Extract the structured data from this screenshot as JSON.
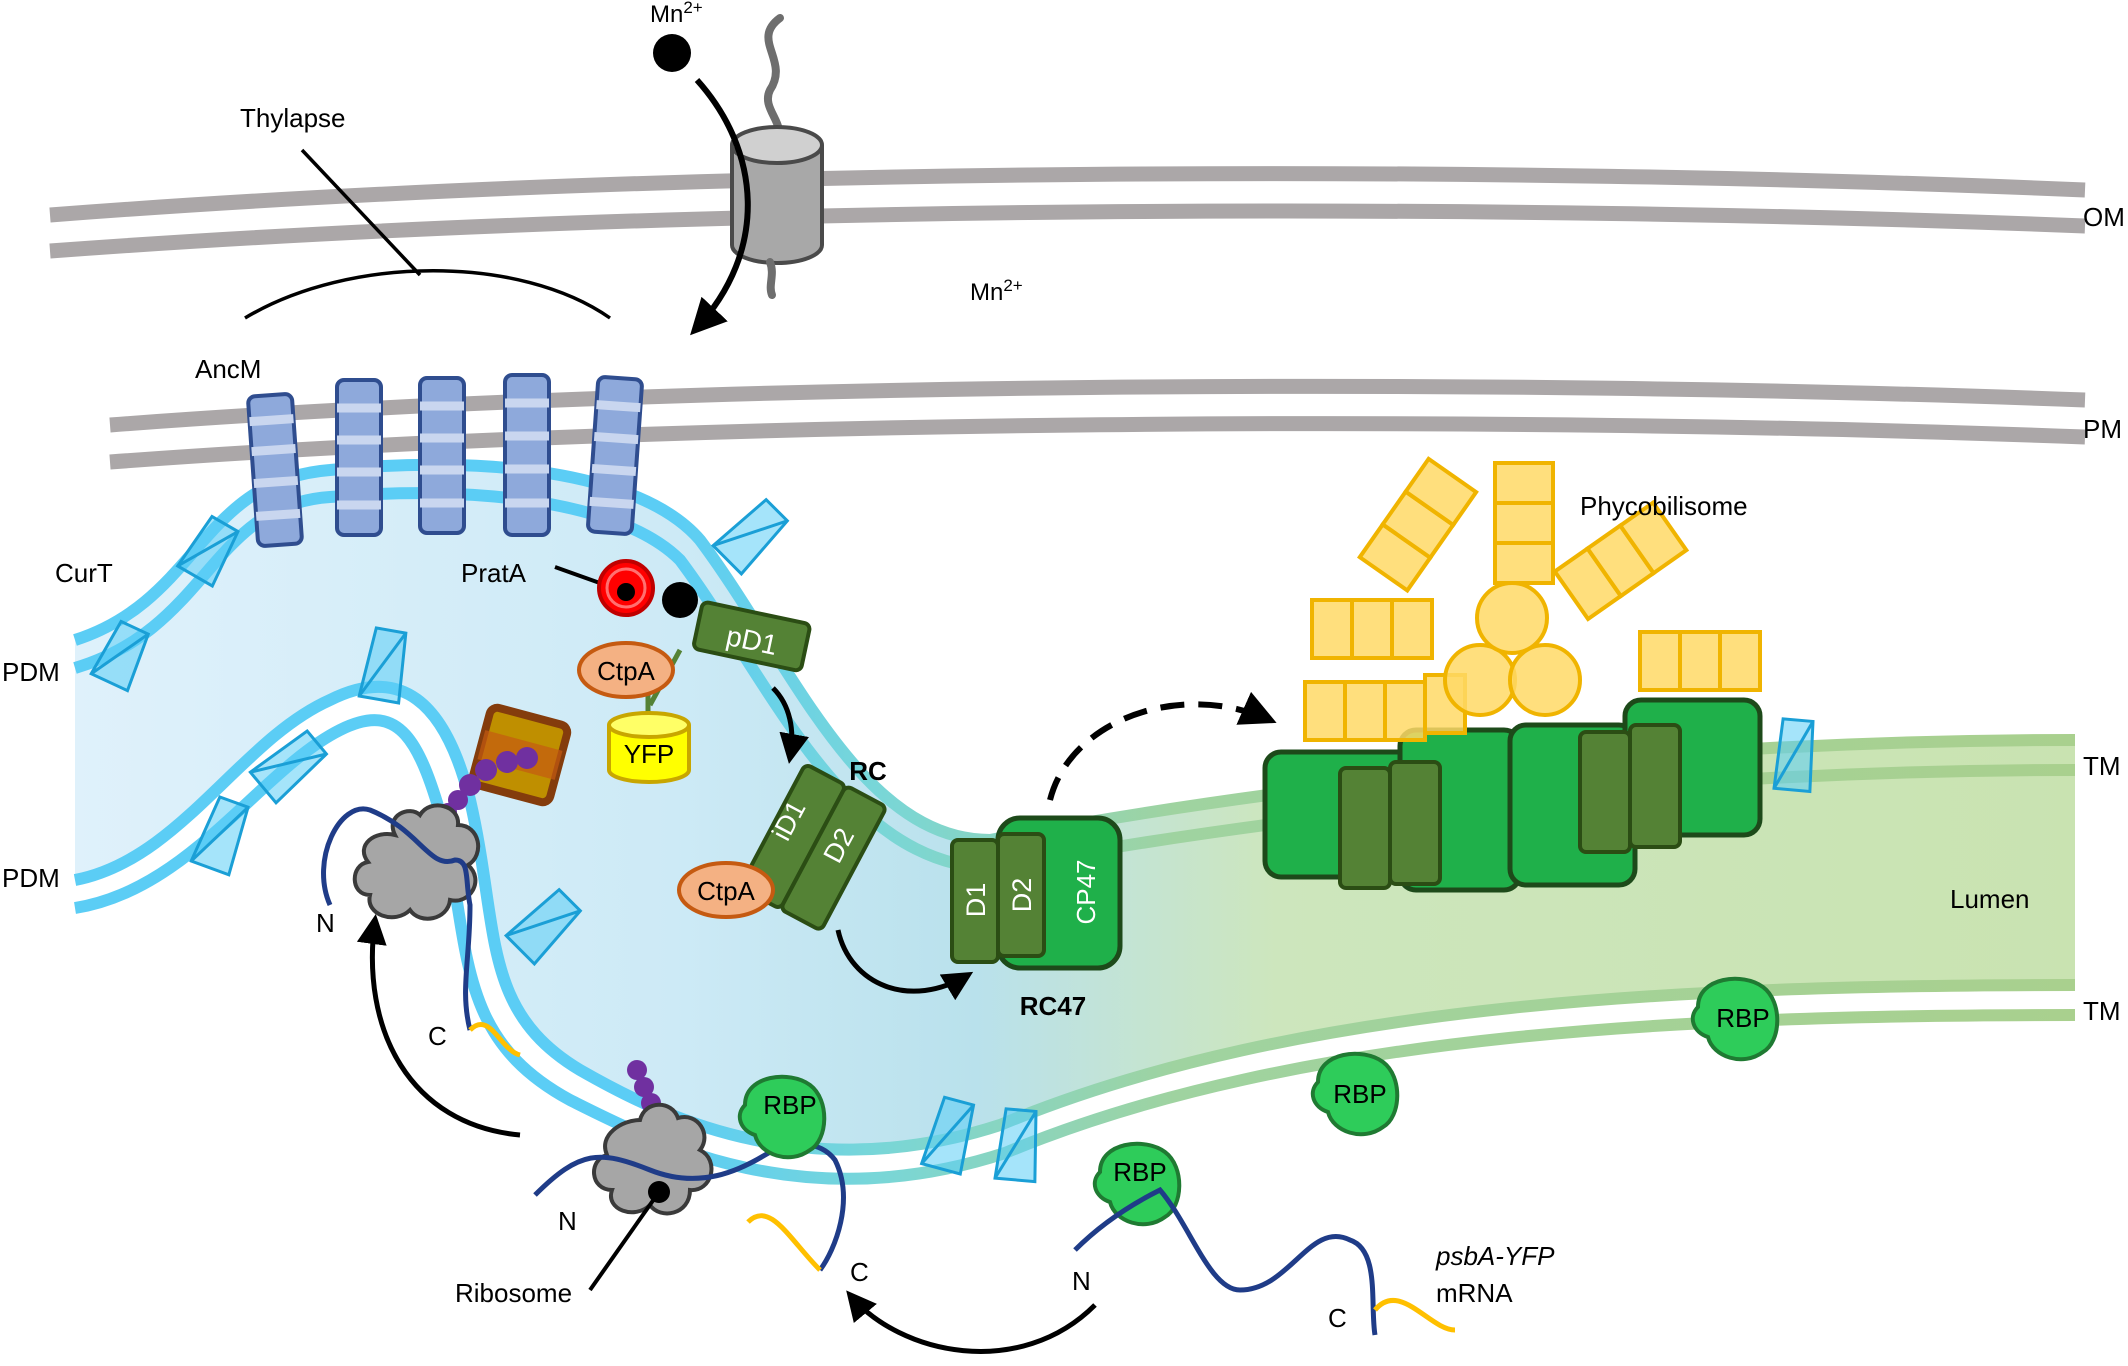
{
  "labels": {
    "mn_ion": "Mn",
    "mn_ion_sup": "2+",
    "mn_periplasm": "Mn",
    "mn_periplasm_sup": "2+",
    "thylapse": "Thylapse",
    "om": "OM",
    "pm": "PM",
    "ancm": "AncM",
    "curt": "CurT",
    "pdm_upper": "PDM",
    "pdm_lower": "PDM",
    "prata": "PratA",
    "pd1": "pD1",
    "ctpa_upper": "CtpA",
    "ctpa_lower": "CtpA",
    "yfp": "YFP",
    "rc": "RC",
    "id1": "iD1",
    "d2_rc": "D2",
    "d1_rc47": "D1",
    "d2_rc47": "D2",
    "cp47": "CP47",
    "rc47": "RC47",
    "phycobilisome": "Phycobilisome",
    "tm_upper": "TM",
    "tm_lower": "TM",
    "lumen": "Lumen",
    "rbp_1": "RBP",
    "rbp_2": "RBP",
    "rbp_3": "RBP",
    "rbp_4": "RBP",
    "n_left": "N",
    "c_left": "C",
    "n_bottom": "N",
    "c_bottom": "C",
    "n_right": "N",
    "c_right": "C",
    "ribosome": "Ribosome",
    "mrna_name": "psbA-YFP",
    "mrna": "mRNA"
  },
  "colors": {
    "membrane_grey": "#ABA7A8",
    "pdm_blue": "#5BCDF5",
    "tm_green": "#A9D08E",
    "lumen_green": "#C8E3B0",
    "ancm_blue": "#8EA9DB",
    "psii_dark_green": "#548235",
    "cp47_green": "#1FB04A",
    "phycobilisome_yellow": "#FFD966",
    "rbp_green": "#2ECC5A",
    "ctpa_orange": "#F4B183",
    "yfp_yellow": "#FFFF00",
    "prata_red": "#FF0000",
    "mrna_blue": "#1F3C88",
    "mrna_tail": "#FFC000",
    "peptide_purple": "#7030A0"
  }
}
